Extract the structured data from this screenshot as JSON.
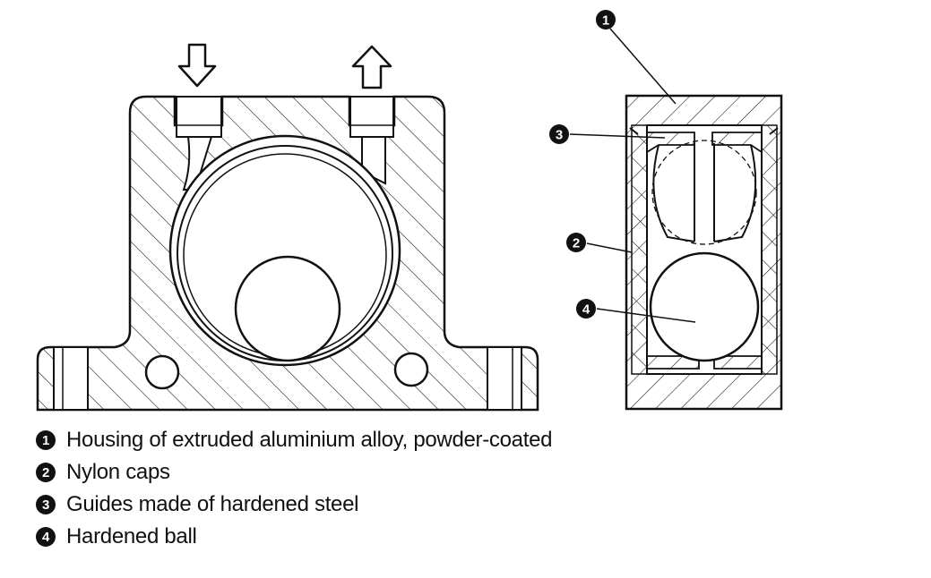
{
  "legend": [
    {
      "number": "1",
      "text": "Housing of extruded aluminium alloy, powder-coated"
    },
    {
      "number": "2",
      "text": "Nylon caps"
    },
    {
      "number": "3",
      "text": "Guides made of hardened steel"
    },
    {
      "number": "4",
      "text": "Hardened ball"
    }
  ],
  "callouts": {
    "c1": "1",
    "c2": "2",
    "c3": "3",
    "c4": "4"
  },
  "colors": {
    "line": "#111111",
    "fill": "#ffffff"
  },
  "icons": {
    "inlet": "arrow-down-icon",
    "outlet": "arrow-up-icon"
  }
}
